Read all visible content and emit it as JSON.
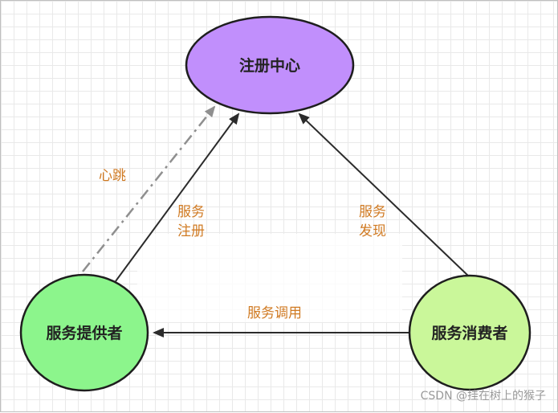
{
  "nodes": {
    "registry": {
      "label": "注册中心",
      "fill": "#c18ffc"
    },
    "provider": {
      "label": "服务提供者",
      "fill": "#8cf58c"
    },
    "consumer": {
      "label": "服务消费者",
      "fill": "#caf79a"
    }
  },
  "edges": {
    "heartbeat": {
      "label": "心跳"
    },
    "register": {
      "line1": "服务",
      "line2": "注册"
    },
    "discover": {
      "line1": "服务",
      "line2": "发现"
    },
    "invoke": {
      "label": "服务调用"
    }
  },
  "colors": {
    "edge_label": "#d07a22",
    "node_stroke": "#1e1e1e",
    "arrow": "#2b2b2b",
    "heartbeat_line": "#8f8f8f"
  },
  "watermark": "CSDN @挂在树上的猴子"
}
